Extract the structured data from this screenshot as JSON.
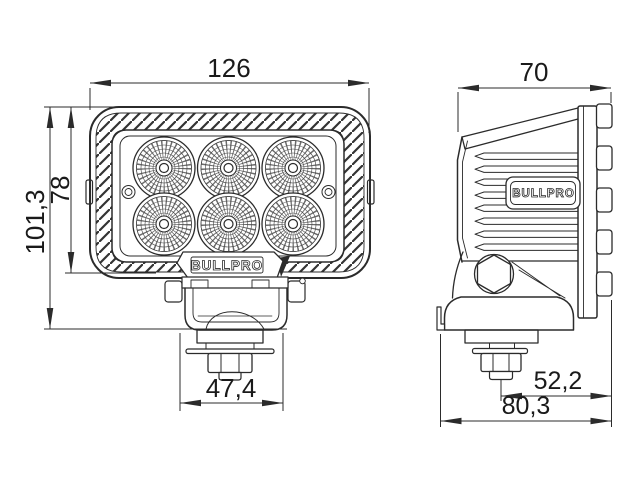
{
  "brand": "BULLPRO",
  "front_view": {
    "dim_width": "126",
    "dim_height_overall": "101,3",
    "dim_height_body": "78",
    "dim_bracket_width": "47,4",
    "led_rows": 2,
    "led_cols": 3
  },
  "side_view": {
    "dim_width": "70",
    "dim_bolt_to_rear": "52,2",
    "dim_depth_overall": "80,3"
  },
  "colors": {
    "line": "#2b2b2b",
    "text": "#1a1a1a",
    "background": "#ffffff"
  }
}
